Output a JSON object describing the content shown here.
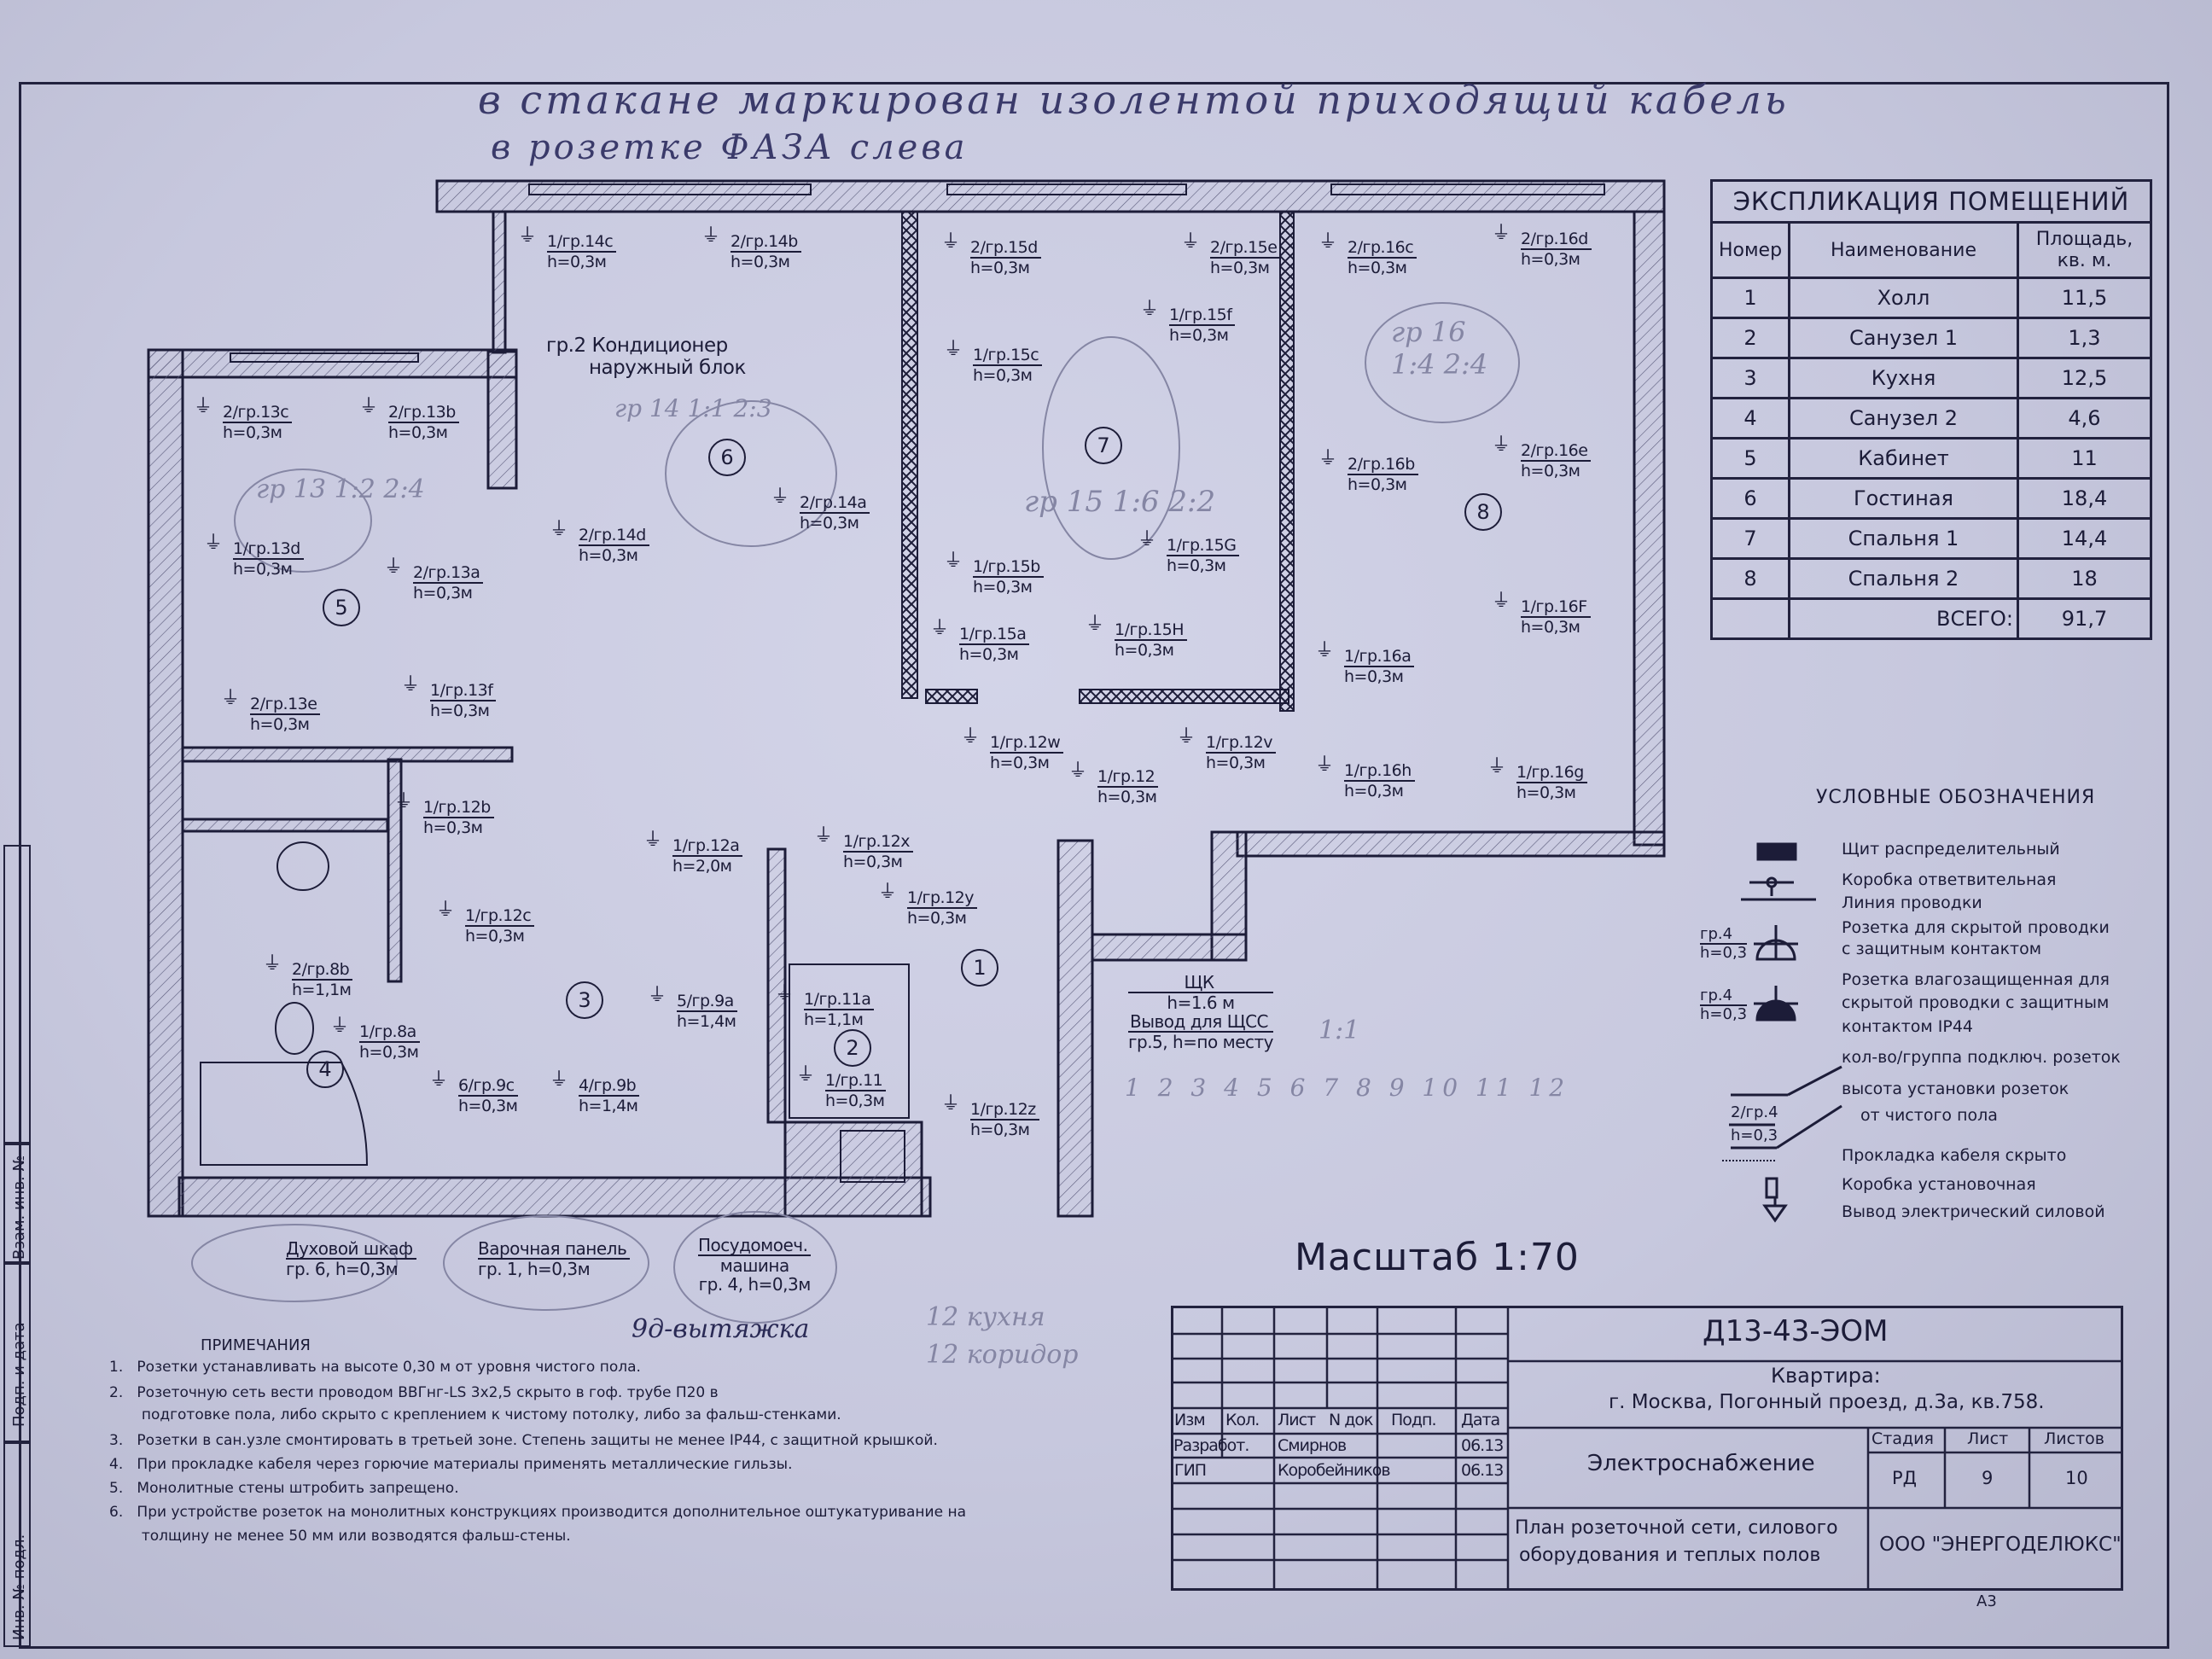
{
  "handwritten_top": {
    "line1": "в стакане маркирован изолентой приходящий кабель",
    "line2": "в розетке ФАЗА слева"
  },
  "plan": {
    "rooms": [
      "1",
      "2",
      "3",
      "4",
      "5",
      "6",
      "7",
      "8"
    ],
    "outlets": [
      {
        "label": "1/гр.14c",
        "height": "h=0,3м"
      },
      {
        "label": "2/гр.14b",
        "height": "h=0,3м"
      },
      {
        "label": "2/гр.14a",
        "height": "h=0,3м"
      },
      {
        "label": "2/гр.14d",
        "height": "h=0,3м"
      },
      {
        "label": "2/гр.13c",
        "height": "h=0,3м"
      },
      {
        "label": "2/гр.13b",
        "height": "h=0,3м"
      },
      {
        "label": "1/гр.13d",
        "height": "h=0,3м"
      },
      {
        "label": "2/гр.13a",
        "height": "h=0,3м"
      },
      {
        "label": "2/гр.13e",
        "height": "h=0,3м"
      },
      {
        "label": "1/гр.13f",
        "height": "h=0,3м"
      },
      {
        "label": "2/гр.15d",
        "height": "h=0,3м"
      },
      {
        "label": "2/гр.15e",
        "height": "h=0,3м"
      },
      {
        "label": "1/гр.15f",
        "height": "h=0,3м"
      },
      {
        "label": "1/гр.15c",
        "height": "h=0,3м"
      },
      {
        "label": "1/гр.15G",
        "height": "h=0,3м"
      },
      {
        "label": "1/гр.15b",
        "height": "h=0,3м"
      },
      {
        "label": "1/гр.15a",
        "height": "h=0,3м"
      },
      {
        "label": "1/гр.15H",
        "height": "h=0,3м"
      },
      {
        "label": "2/гр.16c",
        "height": "h=0,3м"
      },
      {
        "label": "2/гр.16d",
        "height": "h=0,3м"
      },
      {
        "label": "2/гр.16b",
        "height": "h=0,3м"
      },
      {
        "label": "2/гр.16e",
        "height": "h=0,3м"
      },
      {
        "label": "1/гр.16F",
        "height": "h=0,3м"
      },
      {
        "label": "1/гр.16a",
        "height": "h=0,3м"
      },
      {
        "label": "1/гр.16h",
        "height": "h=0,3м"
      },
      {
        "label": "1/гр.16g",
        "height": "h=0,3м"
      },
      {
        "label": "1/гр.12w",
        "height": "h=0,3м"
      },
      {
        "label": "1/гр.12v",
        "height": "h=0,3м"
      },
      {
        "label": "1/гр.12",
        "height": "h=0,3м"
      },
      {
        "label": "1/гр.12x",
        "height": "h=0,3м"
      },
      {
        "label": "1/гр.12y",
        "height": "h=0,3м"
      },
      {
        "label": "1/гр.12z",
        "height": "h=0,3м"
      },
      {
        "label": "1/гр.12b",
        "height": "h=0,3м"
      },
      {
        "label": "1/гр.12c",
        "height": "h=0,3м"
      },
      {
        "label": "1/гр.12a",
        "height": "h=2,0м"
      },
      {
        "label": "5/гр.9a",
        "height": "h=1,4м"
      },
      {
        "label": "6/гр.9c",
        "height": "h=0,3м"
      },
      {
        "label": "4/гр.9b",
        "height": "h=1,4м"
      },
      {
        "label": "2/гр.8b",
        "height": "h=1,1м"
      },
      {
        "label": "1/гр.8a",
        "height": "h=0,3м"
      },
      {
        "label": "1/гр.11a",
        "height": "h=1,1м"
      },
      {
        "label": "1/гр.11",
        "height": "h=0,3м"
      }
    ],
    "conditioner": {
      "line1": "гр.2 Кондиционер",
      "line2": "наружный блок"
    },
    "panel": {
      "name": "ЩК",
      "height": "h=1.6 м",
      "output": "Вывод для ЩСС",
      "output_spec": "гр.5, h=по месту"
    },
    "appliances": [
      {
        "name": "Духовой шкаф",
        "spec": "гр. 6, h=0,3м"
      },
      {
        "name": "Варочная панель",
        "spec": "гр. 1, h=0,3м"
      },
      {
        "name": "Посудомоеч.",
        "name2": "машина",
        "spec": "гр. 4, h=0,3м"
      }
    ],
    "pencil_notes": {
      "g13": "гр 13  1:2  2:4",
      "g14": "гр 14  1:1  2:3",
      "g15": "гр 15  1:6  2:2",
      "g16": "гр 16  1:4  2:4",
      "hood": "9д-вытяжка",
      "kitchen": "12 кухня",
      "corridor": "12 коридор",
      "counter": "1  2  3  4  5  6  7  8  9  10  11  12",
      "ratio": "1:1"
    },
    "scale": "Масштаб 1:70"
  },
  "explication": {
    "title": "ЭКСПЛИКАЦИЯ ПОМЕЩЕНИЙ",
    "headers": [
      "Номер",
      "Наименование",
      "Площадь, кв. м."
    ],
    "rows": [
      [
        "1",
        "Холл",
        "11,5"
      ],
      [
        "2",
        "Санузел 1",
        "1,3"
      ],
      [
        "3",
        "Кухня",
        "12,5"
      ],
      [
        "4",
        "Санузел 2",
        "4,6"
      ],
      [
        "5",
        "Кабинет",
        "11"
      ],
      [
        "6",
        "Гостиная",
        "18,4"
      ],
      [
        "7",
        "Спальня 1",
        "14,4"
      ],
      [
        "8",
        "Спальня 2",
        "18"
      ]
    ],
    "total_label": "ВСЕГО:",
    "total": "91,7"
  },
  "legend": {
    "title": "УСЛОВНЫЕ ОБОЗНАЧЕНИЯ",
    "items": [
      "Щит распределительный",
      "Коробка ответвительная",
      "Линия проводки",
      "Розетка для скрытой проводки",
      "с защитным контактом",
      "Розетка влагозащищенная для",
      "скрытой проводки с защитным",
      "контактом IP44",
      "кол-во/группа подключ. розеток",
      "высота установки розеток",
      "от чистого пола",
      "Прокладка кабеля скрыто",
      "Коробка установочная",
      "Вывод электрический силовой"
    ],
    "sample_group": "гр.4",
    "sample_height": "h=0,3",
    "sample_count": "2/гр.4",
    "sample_height2": "h=0,3"
  },
  "notes": {
    "title": "ПРИМЕЧАНИЯ",
    "items": [
      "1.   Розетки устанавливать на высоте 0,30 м от уровня чистого пола.",
      "2.   Розеточную сеть вести проводом ВВГнг-LS 3х2,5 скрыто в гоф. трубе П20 в",
      "       подготовке пола, либо скрыто с креплением к чистому потолку, либо за фальш-стенками.",
      "3.   Розетки в сан.узле смонтировать в третьей зоне. Степень защиты не менее IP44, с защитной крышкой.",
      "4.   При прокладке кабеля через горючие материалы применять металлические гильзы.",
      "5.   Монолитные стены штробить запрещено.",
      "6.   При устройстве розеток на монолитных конструкциях производится дополнительное оштукатуривание на",
      "       толщину не менее 50 мм или возводятся фальш-стены."
    ]
  },
  "title_block": {
    "code": "Д13-43-ЭОМ",
    "object": "Квартира:",
    "address": "г. Москва, Погонный проезд, д.3а, кв.758.",
    "section": "Электроснабжение",
    "sheet_title_1": "План розеточной сети, силового",
    "sheet_title_2": "оборудования и теплых полов",
    "company": "ООО \"ЭНЕРГОДЕЛЮКС\"",
    "stage_label": "Стадия",
    "sheet_label": "Лист",
    "sheets_label": "Листов",
    "stage": "РД",
    "sheet": "9",
    "sheets": "10",
    "format": "А3",
    "col_headers": [
      "Изм",
      "Кол.",
      "Лист",
      "N док",
      "Подп.",
      "Дата"
    ],
    "signers": [
      {
        "role": "Разработ.",
        "name": "Смирнов",
        "date": "06.13"
      },
      {
        "role": "ГИП",
        "name": "Коробейников",
        "date": "06.13"
      }
    ]
  },
  "stamp": {
    "replace": "Взам. инв. №",
    "sign_date": "Подп. и дата",
    "inv": "Инв. № подл."
  }
}
